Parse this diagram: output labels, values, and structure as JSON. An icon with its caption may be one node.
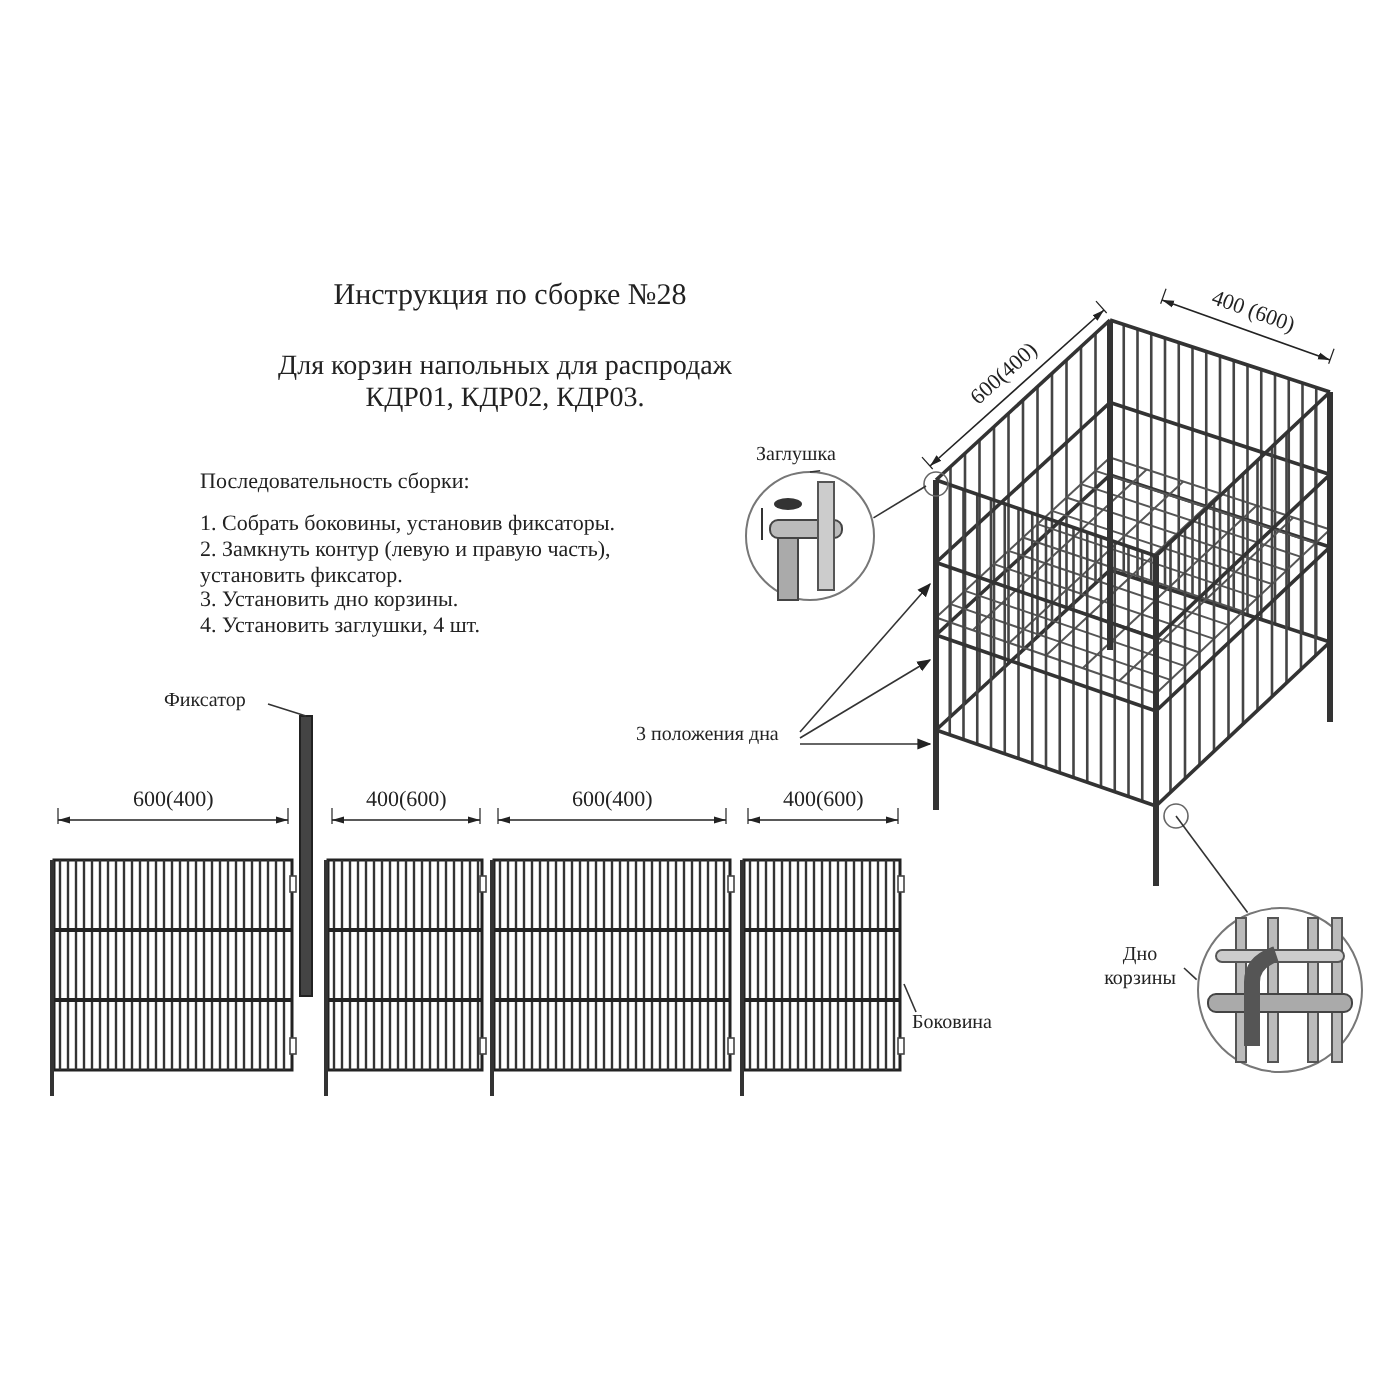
{
  "diagram": {
    "title": "Инструкция по сборке №28",
    "nodes": [
      {
        "text": [
          "Заглушка"
        ]
      },
      {
        "text": [],
        "shape": "picture"
      },
      {
        "text": [],
        "shape": "picture"
      },
      {
        "text": [
          "Фиксатор"
        ]
      },
      {
        "text": [],
        "shape": "bar"
      },
      {
        "text": [
          "3 положения дна"
        ]
      },
      {
        "text": [],
        "shape": "picture"
      },
      {
        "text": [],
        "shape": "picture"
      },
      {
        "text": [],
        "shape": "picture"
      },
      {
        "text": [],
        "shape": "picture"
      },
      {
        "text": [
          "Дно корзины"
        ]
      },
      {
        "text": [],
        "shape": "picture"
      },
      {
        "text": [
          "Боковина"
        ]
      }
    ],
    "edges": [
      {
        "from": 0,
        "to": 1,
        "arrow": "none"
      },
      {
        "from": 1,
        "to": 2,
        "arrow": "none"
      },
      {
        "from": 5,
        "to": 2,
        "arrow": "to"
      },
      {
        "from": 5,
        "to": 2,
        "arrow": "to"
      },
      {
        "from": 5,
        "to": 2,
        "arrow": "to"
      },
      {
        "from": 3,
        "to": 4,
        "arrow": "none"
      },
      {
        "from": 10,
        "to": 11,
        "arrow": "none"
      },
      {
        "from": 11,
        "to": 2,
        "arrow": "none"
      },
      {
        "from": 12,
        "to": 9,
        "arrow": "none"
      }
    ],
    "labels": [
      "Для корзин напольных для распродаж КДР01, КДР02, КДР03.",
      "Последовательность сборки:",
      "1. Собрать боковины,  установив фиксаторы.",
      "2. Замкнуть контур (левую и правую часть), установить фиксатор.",
      "3. Установить дно корзины.",
      "4. Установить заглушки, 4 шт.",
      "400 (600)",
      "600(400)",
      "600(400)",
      "400(600)",
      "600(400)",
      "400(600)"
    ]
  }
}
